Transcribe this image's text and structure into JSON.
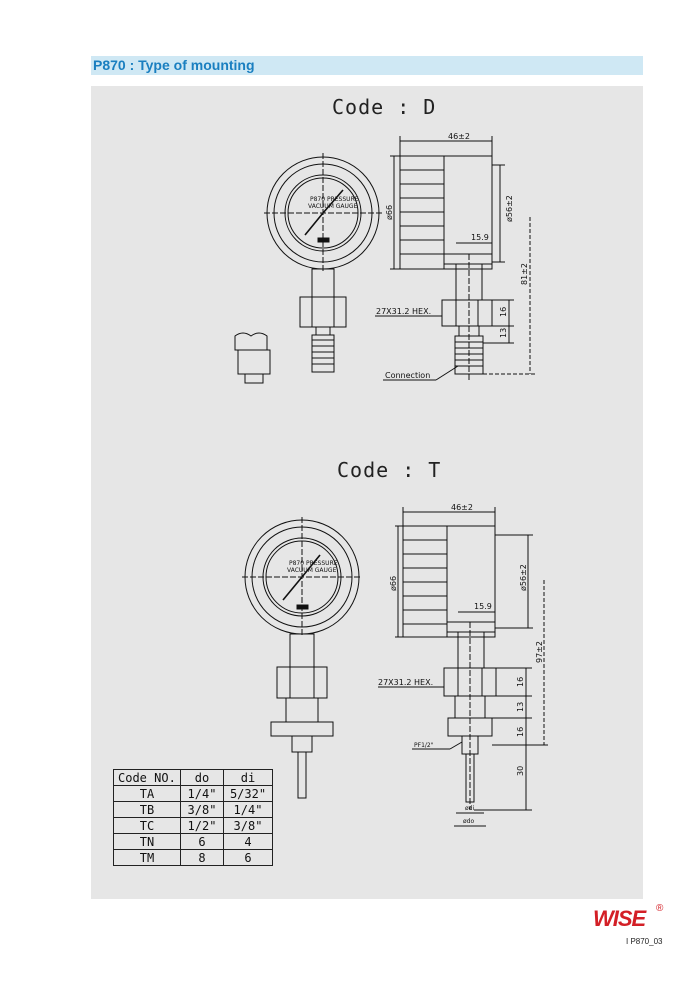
{
  "header": {
    "title": "P870 : Type of mounting"
  },
  "diagram_d": {
    "title": "Code : D",
    "gauge_text_line1": "P870 PRESSURE",
    "gauge_text_line2": "VACUUM GAUGE",
    "dim_width": "46±2",
    "dim_outer_dia": "ø66",
    "dim_inner_dia": "ø56±2",
    "dim_stem": "15.9",
    "dim_height": "81±2",
    "dim_hex": "27X31.2  HEX.",
    "dim_16": "16",
    "dim_13": "13",
    "callout_connection": "Connection"
  },
  "diagram_t": {
    "title": "Code : T",
    "gauge_text_line1": "P870 PRESSURE",
    "gauge_text_line2": "VACUUM GAUGE",
    "dim_width": "46±2",
    "dim_outer_dia": "ø66",
    "dim_inner_dia": "ø56±2",
    "dim_stem": "15.9",
    "dim_height": "97±2",
    "dim_hex": "27X31.2  HEX.",
    "dim_16a": "16",
    "dim_13": "13",
    "dim_16b": "16",
    "dim_30": "30",
    "callout_pf": "PF1/2\"",
    "dim_di": "ødi",
    "dim_do": "ødo"
  },
  "code_table": {
    "headers": [
      "Code  NO.",
      "do",
      "di"
    ],
    "rows": [
      [
        "TA",
        "1/4\"",
        "5/32\""
      ],
      [
        "TB",
        "3/8\"",
        "1/4\""
      ],
      [
        "TC",
        "1/2\"",
        "3/8\""
      ],
      [
        "TN",
        "6",
        "4"
      ],
      [
        "TM",
        "8",
        "6"
      ]
    ]
  },
  "footer": {
    "logo": "WISE",
    "logo_mark": "®",
    "page_ref": "I P870_03"
  },
  "colors": {
    "header_bg": "#cfe8f4",
    "header_text": "#1a7fc0",
    "panel_bg": "#e6e6e6",
    "logo": "#d31f26"
  }
}
